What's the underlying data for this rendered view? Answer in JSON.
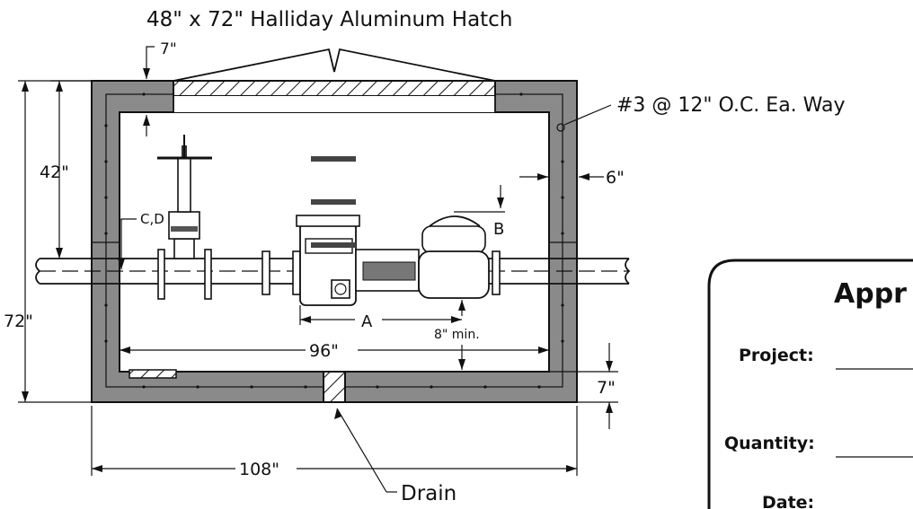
{
  "drawing": {
    "hatch_label": "48\" x 72\" Halliday Aluminum Hatch",
    "rebar_label": "#3 @ 12\" O.C. Ea. Way",
    "drain_label": "Drain",
    "dim_top_wall": "7\"",
    "dim_side_wall": "6\"",
    "dim_bottom_wall": "7\"",
    "dim_depth_42": "42\"",
    "dim_height_72": "72\"",
    "dim_interior_96": "96\"",
    "dim_exterior_108": "108\"",
    "dim_min_clearance": "8\" min.",
    "label_a": "A",
    "label_b": "B",
    "label_cd": "C,D"
  },
  "approval_box": {
    "title": "Appr",
    "project_label": "Project:",
    "quantity_label": "Quantity:",
    "date_label": "Date:"
  }
}
